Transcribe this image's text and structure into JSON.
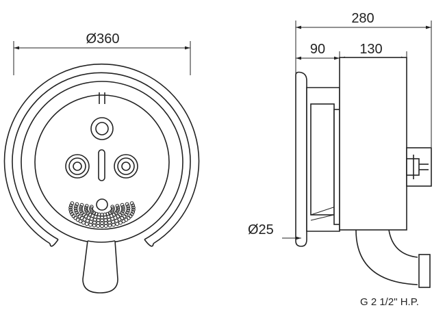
{
  "front_view": {
    "diameter_label": "Ø360"
  },
  "side_view": {
    "overall_depth_label": "280",
    "flange_depth_label": "90",
    "body_depth_label": "130",
    "tube_diameter_label": "Ø25",
    "connection_label": "G 2 1/2\" H.P."
  }
}
